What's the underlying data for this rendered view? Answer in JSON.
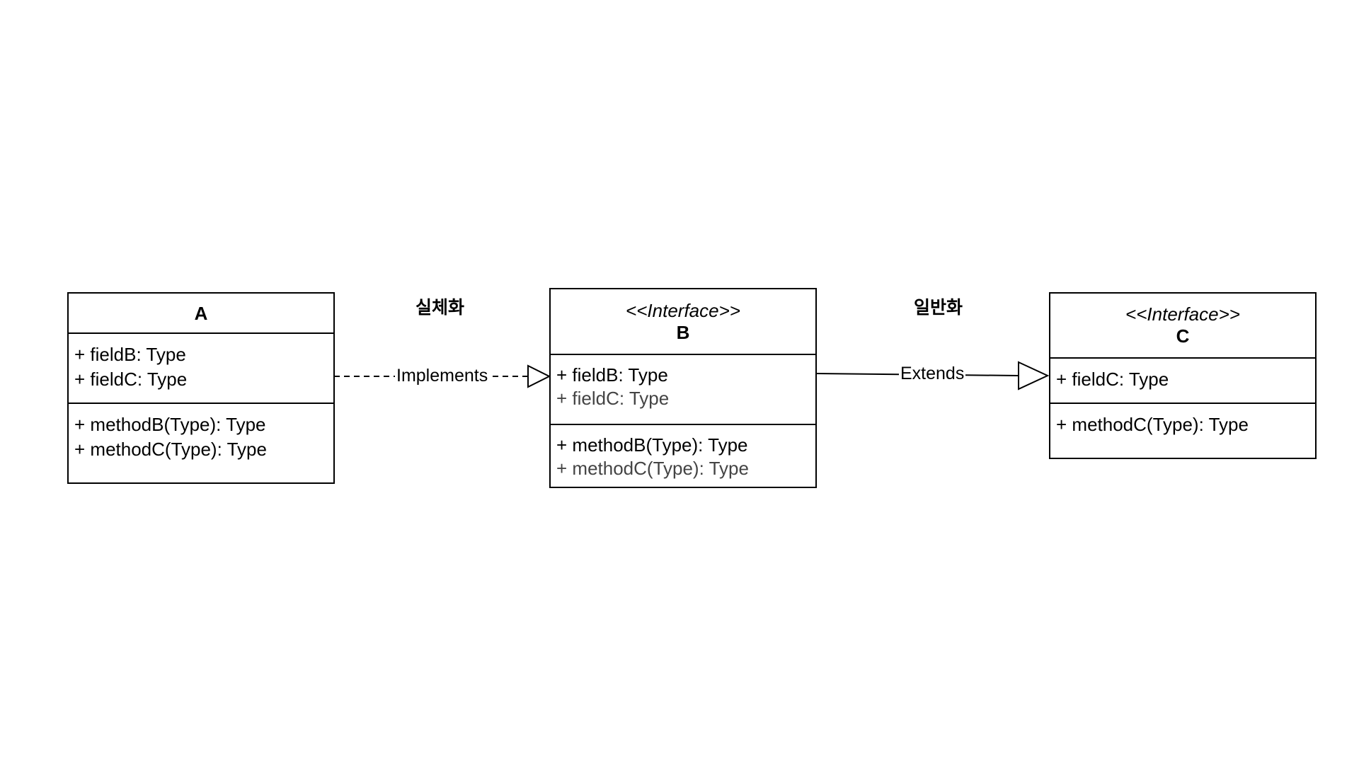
{
  "classes": {
    "a": {
      "stereotype": "",
      "name": "A",
      "fields": [
        "+ fieldB: Type",
        "+ fieldC: Type"
      ],
      "methods": [
        "+ methodB(Type): Type",
        "+ methodC(Type): Type"
      ]
    },
    "b": {
      "stereotype": "<<Interface>>",
      "name": "B",
      "fields": [
        "+ fieldB: Type",
        "+ fieldC: Type"
      ],
      "methods": [
        "+ methodB(Type): Type",
        "+ methodC(Type): Type"
      ]
    },
    "c": {
      "stereotype": "<<Interface>>",
      "name": "C",
      "fields": [
        "+ fieldC: Type"
      ],
      "methods": [
        "+ methodC(Type): Type"
      ]
    }
  },
  "relations": {
    "realization": {
      "title": "실체화",
      "label": "Implements"
    },
    "generalization": {
      "title": "일반화",
      "label": "Extends"
    }
  },
  "colors": {
    "line": "#000000",
    "inherited_text": "#444444",
    "background": "#ffffff"
  }
}
